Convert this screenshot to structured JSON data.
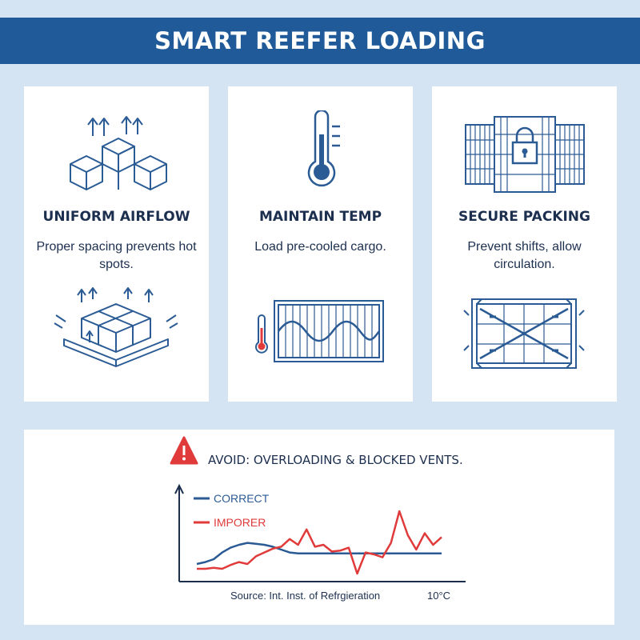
{
  "title": "SMART REEFER LOADING",
  "cards": [
    {
      "heading": "UNIFORM AIRFLOW",
      "text": "Proper spacing prevents hot spots.",
      "icon_top": "stacked-boxes-icon",
      "icon_bottom": "pallet-airflow-icon"
    },
    {
      "heading": "MAINTAIN TEMP",
      "text": "Load pre-cooled cargo.",
      "icon_top": "thermometer-icon",
      "icon_bottom": "container-temperature-icon"
    },
    {
      "heading": "SECURE PACKING",
      "text": "Prevent shifts, allow circulation.",
      "icon_top": "locked-container-icon",
      "icon_bottom": "braced-container-icon"
    }
  ],
  "warning": {
    "text": "AVOID: OVERLOADING & BLOCKED VENTS.",
    "icon": "warning-icon",
    "color": "#e03a3a"
  },
  "chart_data": {
    "type": "line",
    "series": [
      {
        "name": "CORRECT",
        "color": "#2b5b94",
        "values": [
          0.1,
          0.12,
          0.15,
          0.22,
          0.27,
          0.3,
          0.32,
          0.31,
          0.3,
          0.28,
          0.25,
          0.22,
          0.21,
          0.21,
          0.21,
          0.21,
          0.21,
          0.21,
          0.21,
          0.21,
          0.21,
          0.21,
          0.21,
          0.21,
          0.21,
          0.21,
          0.21,
          0.21,
          0.21,
          0.21
        ]
      },
      {
        "name": "IMPORER",
        "color": "#e03a3a",
        "values": [
          0.05,
          0.05,
          0.06,
          0.05,
          0.09,
          0.12,
          0.1,
          0.18,
          0.22,
          0.26,
          0.28,
          0.36,
          0.3,
          0.46,
          0.28,
          0.3,
          0.23,
          0.24,
          0.27,
          0.0,
          0.22,
          0.2,
          0.17,
          0.32,
          0.65,
          0.4,
          0.25,
          0.42,
          0.3,
          0.38
        ]
      }
    ],
    "source": "Source: Int. Inst. of Refrgieration",
    "x_end_label": "10°C"
  }
}
